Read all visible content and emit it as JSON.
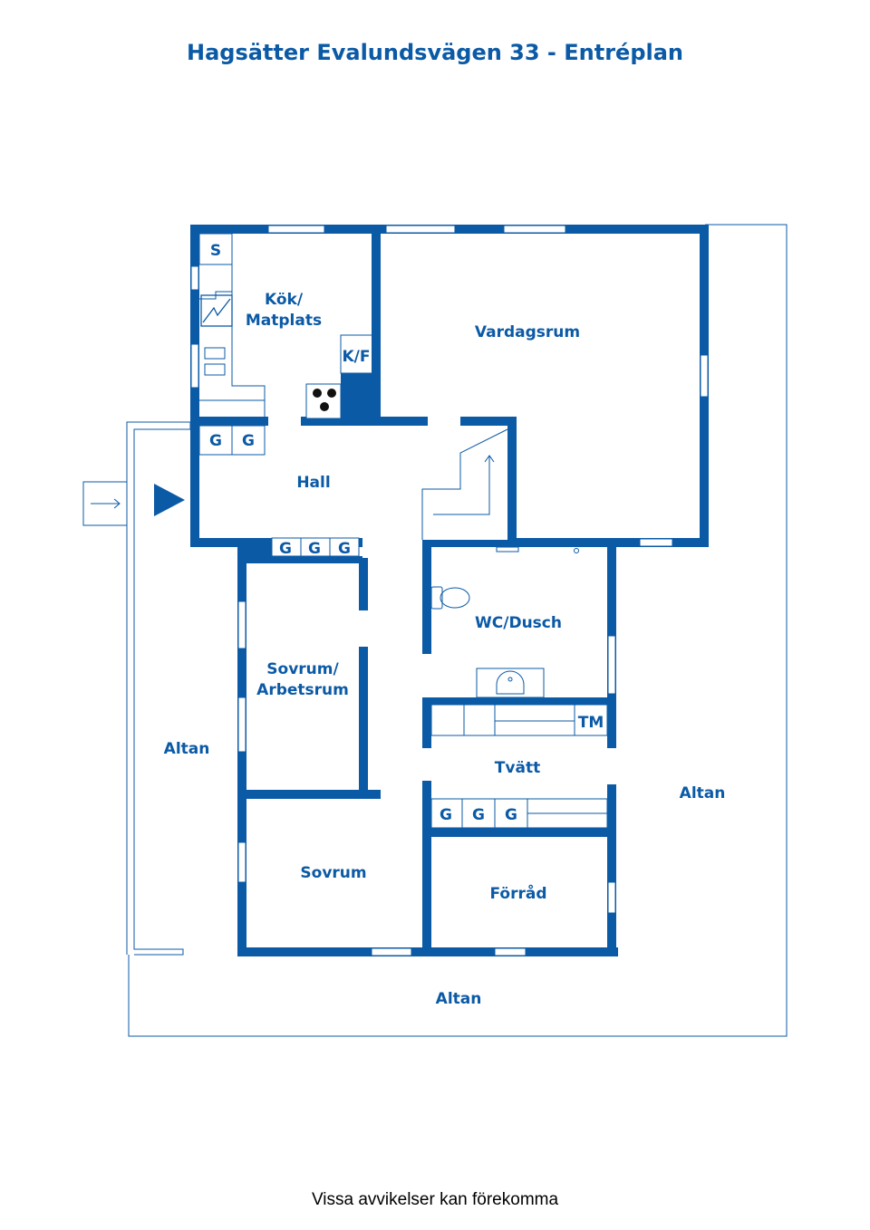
{
  "title": "Hagsätter Evalundsvägen 33 - Entréplan",
  "footer": "Vissa avvikelser kan förekomma",
  "colors": {
    "wall": "#0b5aa6",
    "thin_line": "#0b5aa6",
    "background": "#ffffff"
  },
  "rooms": {
    "kitchen_line1": "Kök/",
    "kitchen_line2": "Matplats",
    "living": "Vardagsrum",
    "hall": "Hall",
    "wc": "WC/Dusch",
    "bedroom_office_line1": "Sovrum/",
    "bedroom_office_line2": "Arbetsrum",
    "laundry": "Tvätt",
    "bedroom": "Sovrum",
    "storage": "Förråd",
    "deck_left": "Altan",
    "deck_right": "Altan",
    "deck_bottom": "Altan"
  },
  "fixtures": {
    "s": "S",
    "kf": "K/F",
    "tm": "TM",
    "wardrobe": "G"
  },
  "icons": [
    "entrance-arrow-icon",
    "stairs-icon",
    "stove-icon",
    "toilet-icon",
    "sink-icon",
    "fireplace-icon"
  ]
}
